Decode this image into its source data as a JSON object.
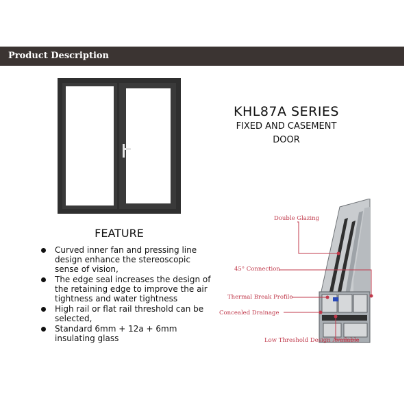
{
  "header": {
    "title": "Product Description"
  },
  "series": {
    "name": "KHL87A SERIES",
    "line1": "FIXED AND CASEMENT",
    "line2": "DOOR"
  },
  "feature": {
    "title": "FEATURE",
    "items": [
      "Curved inner fan and pressing line design enhance the stereoscopic sense of vision,",
      "The edge seal increases the design of the retaining edge to improve the air tightness and water tightness",
      "High rail or flat rail threshold can be selected,",
      "Standard 6mm + 12a + 6mm insulating glass"
    ]
  },
  "profile": {
    "callouts": [
      "Double Glazing",
      "45° Connection",
      "Thermal Break Profile",
      "Concealed Drainage",
      "Low Threshold Design Available"
    ],
    "callout_color": "#c0394b"
  },
  "colors": {
    "header_bg": "#3b3432",
    "frame": "#2f2f2f"
  }
}
